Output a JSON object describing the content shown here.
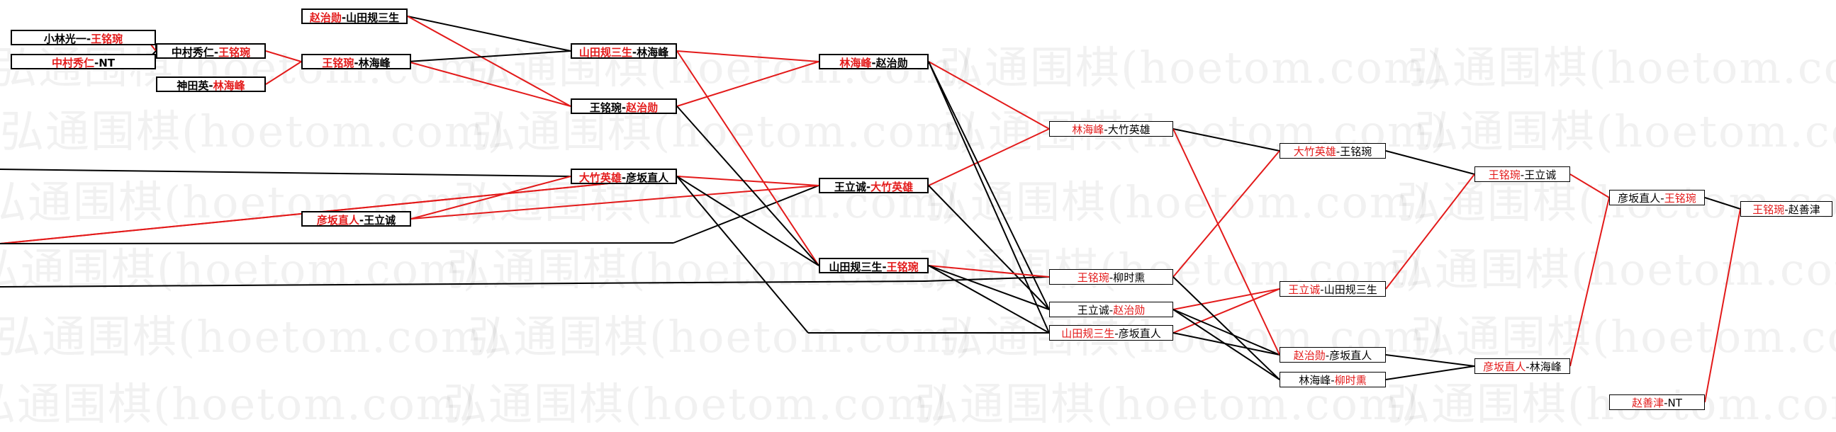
{
  "watermark": "弘通围棋(hoetom.com)",
  "colors": {
    "winner": "#e31a1a",
    "normal": "#000000",
    "line_red": "#e31a1a",
    "line_black": "#000000"
  },
  "nodes": [
    {
      "id": "r1a",
      "a": "小林光一",
      "b": "王铭琬",
      "sep": "-",
      "red": "b",
      "style": "bold"
    },
    {
      "id": "r1b",
      "a": "中村秀仁",
      "b": "NT",
      "sep": "-",
      "red": "a",
      "style": "bold"
    },
    {
      "id": "r1c",
      "a": "神田英",
      "b": "林海峰",
      "sep": "-",
      "red": "b",
      "style": "bold"
    },
    {
      "id": "r1d",
      "a": "赵治勋",
      "b": "山田规三生",
      "sep": "-",
      "red": "a",
      "style": "bold"
    },
    {
      "id": "r2a",
      "a": "中村秀仁",
      "b": "王铭琬",
      "sep": "-",
      "red": "b",
      "style": "bold"
    },
    {
      "id": "r2b",
      "a": "王铭琬",
      "b": "林海峰",
      "sep": "-",
      "red": "a",
      "style": "bold"
    },
    {
      "id": "r2c",
      "a": "彦坂直人",
      "b": "王立诚",
      "sep": "-",
      "red": "a",
      "style": "bold"
    },
    {
      "id": "r3a",
      "a": "山田规三生",
      "b": "林海峰",
      "sep": "-",
      "red": "a",
      "style": "bold"
    },
    {
      "id": "r3b",
      "a": "王铭琬",
      "b": "赵治勋",
      "sep": "-",
      "red": "b",
      "style": "bold"
    },
    {
      "id": "r3c",
      "a": "大竹英雄",
      "b": "彦坂直人",
      "sep": "-",
      "red": "a",
      "style": "bold"
    },
    {
      "id": "r4a",
      "a": "林海峰",
      "b": "赵治勋",
      "sep": "-",
      "red": "a",
      "style": "bold"
    },
    {
      "id": "r4b",
      "a": "王立诚",
      "b": "大竹英雄",
      "sep": "-",
      "red": "b",
      "style": "bold"
    },
    {
      "id": "r4c",
      "a": "山田规三生",
      "b": "王铭琬",
      "sep": "-",
      "red": "b",
      "style": "bold"
    },
    {
      "id": "r5a",
      "a": "林海峰",
      "b": "大竹英雄",
      "sep": "-",
      "red": "a",
      "style": "thin"
    },
    {
      "id": "r5b",
      "a": "王铭琬",
      "b": "柳时熏",
      "sep": "-",
      "red": "a",
      "style": "thin"
    },
    {
      "id": "r5c",
      "a": "王立诚",
      "b": "赵治勋",
      "sep": "-",
      "red": "b",
      "style": "thin"
    },
    {
      "id": "r5d",
      "a": "山田规三生",
      "b": "彦坂直人",
      "sep": "-",
      "red": "a",
      "style": "thin"
    },
    {
      "id": "r6a",
      "a": "大竹英雄",
      "b": "王铭琬",
      "sep": "-",
      "red": "a",
      "style": "thin"
    },
    {
      "id": "r6b",
      "a": "王立诚",
      "b": "山田规三生",
      "sep": "-",
      "red": "a",
      "style": "thin"
    },
    {
      "id": "r6c",
      "a": "赵治勋",
      "b": "彦坂直人",
      "sep": "-",
      "red": "a",
      "style": "thin"
    },
    {
      "id": "r6d",
      "a": "林海峰",
      "b": "柳时熏",
      "sep": "-",
      "red": "b",
      "style": "thin"
    },
    {
      "id": "r7a",
      "a": "王铭琬",
      "b": "王立诚",
      "sep": "-",
      "red": "a",
      "style": "thin"
    },
    {
      "id": "r7b",
      "a": "彦坂直人",
      "b": "林海峰",
      "sep": "-",
      "red": "a",
      "style": "thin"
    },
    {
      "id": "r8a",
      "a": "彦坂直人",
      "b": "王铭琬",
      "sep": "-",
      "red": "b",
      "style": "thin"
    },
    {
      "id": "r8b",
      "a": "赵善津",
      "b": "NT",
      "sep": "-",
      "red": "a",
      "style": "thin"
    },
    {
      "id": "r9a",
      "a": "王铭琬",
      "b": "赵善津",
      "sep": "-",
      "red": "a",
      "style": "thin"
    }
  ]
}
